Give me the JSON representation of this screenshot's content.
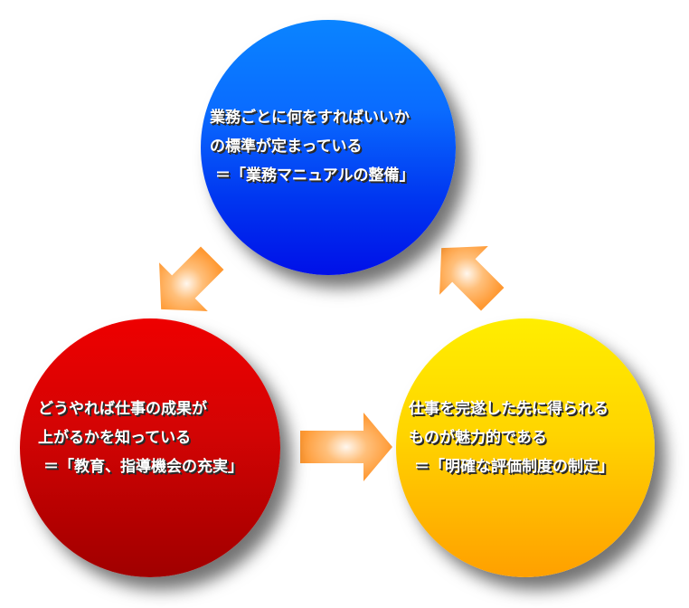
{
  "diagram": {
    "type": "cycle",
    "nodes": [
      {
        "id": "blue",
        "color": "#0a6cff",
        "lines": [
          "業務ごとに何をすればいいか",
          "の標準が定まっている",
          "＝「業務マニュアルの整備」"
        ]
      },
      {
        "id": "red",
        "color": "#d20404",
        "lines": [
          "どうやれば仕事の成果が",
          "上がるかを知っている",
          "＝「教育、指導機会の充実」"
        ]
      },
      {
        "id": "yellow",
        "color": "#ffd400",
        "lines": [
          "仕事を完遂した先に得られる",
          "ものが魅力的である",
          "＝「明確な評価制度の制定」"
        ]
      }
    ],
    "edges": [
      {
        "from": "blue",
        "to": "red"
      },
      {
        "from": "red",
        "to": "yellow"
      },
      {
        "from": "yellow",
        "to": "blue"
      }
    ],
    "arrow_color": "#ff9933",
    "arrow_highlight": "#fff4e6"
  }
}
